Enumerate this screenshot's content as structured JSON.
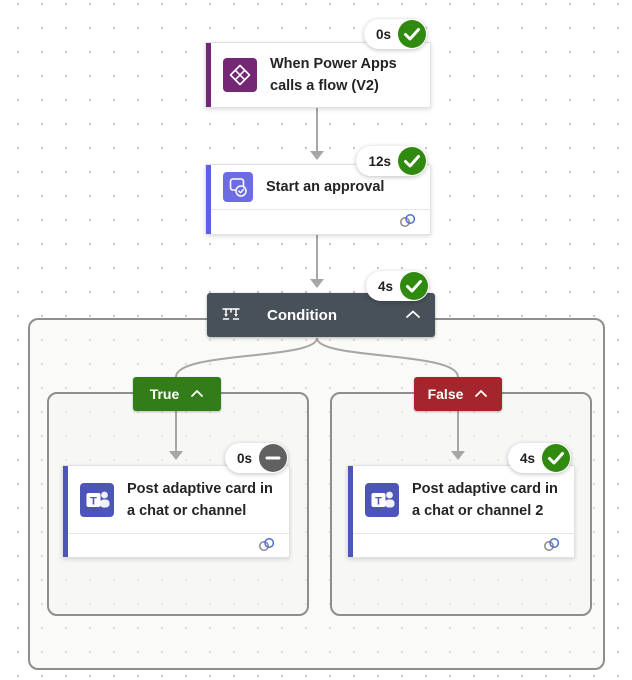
{
  "flow": {
    "trigger": {
      "title": "When Power Apps calls a flow (V2)",
      "duration": "0s",
      "status": "succeeded"
    },
    "approval": {
      "title": "Start an approval",
      "duration": "12s",
      "status": "succeeded"
    },
    "condition": {
      "title": "Condition",
      "duration": "4s",
      "status": "succeeded"
    },
    "branches": {
      "true": {
        "label": "True",
        "action": {
          "title": "Post adaptive card in a chat or channel",
          "duration": "0s",
          "status": "skipped"
        }
      },
      "false": {
        "label": "False",
        "action": {
          "title": "Post adaptive card in a chat or channel 2",
          "duration": "4s",
          "status": "succeeded"
        }
      }
    }
  },
  "icons": {
    "trigger": "power-apps-icon",
    "approval": "approvals-icon",
    "condition": "condition-icon",
    "branch_actions": "teams-icon",
    "status_success": "check-icon",
    "status_skipped": "minus-icon",
    "footer": "connection-icon",
    "collapse": "chevron-up-icon",
    "teams_monogram": "T"
  },
  "colors": {
    "success_green": "#318a10",
    "skipped_gray": "#616161",
    "true_branch_green": "#327d17",
    "false_branch_red": "#a4262c",
    "condition_header": "#485059",
    "power_apps_purple": "#742774",
    "approvals_indigo": "#5c61e0",
    "teams_indigo": "#4e55b8",
    "connector_gray": "#a8a6a4"
  }
}
